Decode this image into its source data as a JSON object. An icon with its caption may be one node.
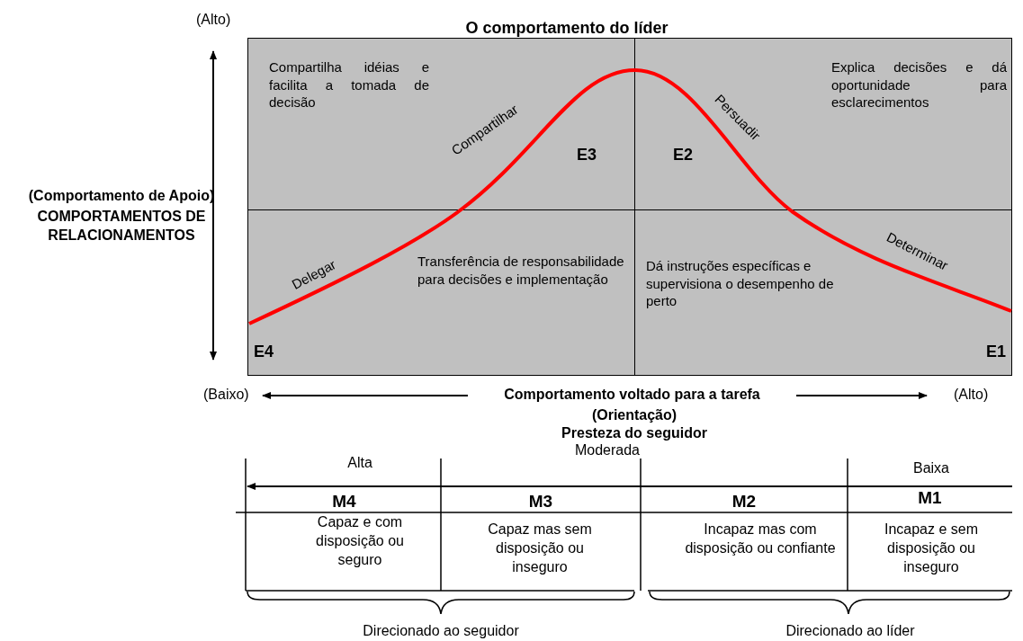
{
  "diagram": {
    "title": "O comportamento do líder",
    "nodes": [
      {
        "text": [
          "Compartilha idéias e facilita a tomada de decisão",
          "Compartilhar",
          "E3"
        ]
      },
      {
        "text": [
          "Explica decisões e dá oportunidade para esclarecimentos",
          "Persuadir",
          "E2"
        ]
      },
      {
        "text": [
          "Delegar",
          "Transferência de responsabilidade para decisões e implementação",
          "E4"
        ]
      },
      {
        "text": [
          "Dá instruções específicas e supervisiona o desempenho de perto",
          "Determinar",
          "E1"
        ]
      }
    ],
    "labels": [
      "(Alto)",
      "(Comportamento de Apoio)",
      "COMPORTAMENTOS DE RELACIONAMENTOS",
      "(Baixo)",
      "Comportamento voltado para a tarefa",
      "(Alto)",
      "(Orientação)",
      "Presteza do seguidor",
      "Moderada",
      "Alta",
      "Baixa",
      "M4",
      "M3",
      "M2",
      "M1",
      "Capaz e com disposição ou seguro",
      "Capaz mas sem disposição ou inseguro",
      "Incapaz mas com disposição ou confiante",
      "Incapaz e sem disposição ou inseguro",
      "Direcionado ao seguidor",
      "Direcionado ao líder"
    ]
  }
}
